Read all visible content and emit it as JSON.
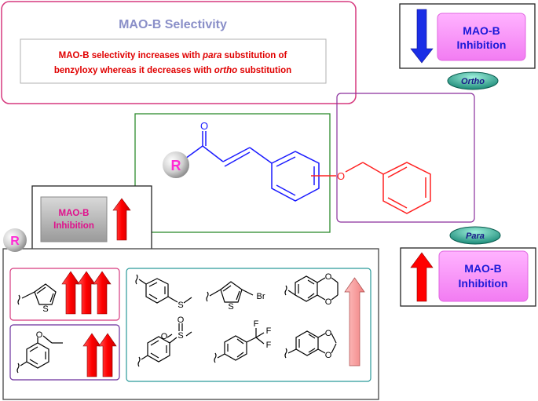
{
  "selectivity_panel": {
    "title": "MAO-B Selectivity",
    "note_line1_a": "MAO-B selectivity increases with ",
    "note_line1_em": "para",
    "note_line1_b": " substitution of",
    "note_line2_a": "benzyloxy whereas it decreases with ",
    "note_line2_em": "ortho",
    "note_line2_b": " substitution"
  },
  "labels": {
    "ortho": "Ortho",
    "para": "Para",
    "r_group": "R",
    "mao_b": "MAO-B",
    "inhibition": "Inhibition"
  },
  "atoms": {
    "oxygen": "O",
    "sulfur": "S",
    "bromine": "Br",
    "fluorine": "F"
  },
  "colors": {
    "pink_border": "#d6397e",
    "purple_border": "#8a2f9c",
    "green_border": "#2e8b2e",
    "teal_border": "#2a9a9a",
    "chalcone_blue": "#1a1aff",
    "benzyl_red": "#ff2020",
    "title_color": "#8a8fc8",
    "warning_red": "#e00000",
    "magenta_label": "#ff2ad4"
  }
}
